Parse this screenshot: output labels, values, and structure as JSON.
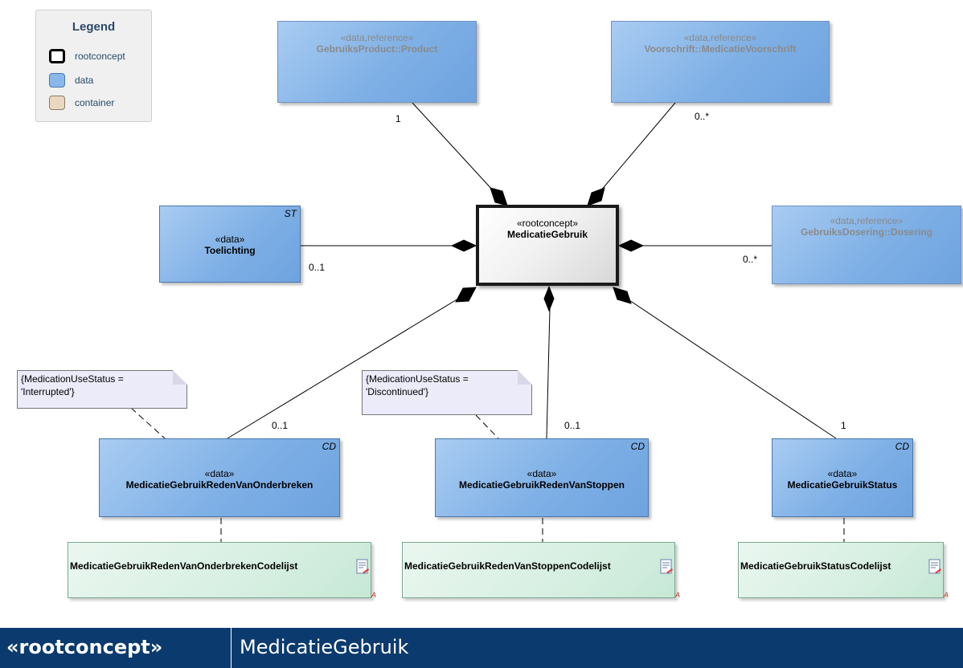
{
  "legend": {
    "title": "Legend",
    "items": [
      {
        "label": "rootconcept",
        "color": "#000000"
      },
      {
        "label": "data",
        "color": "#8ab8ea"
      },
      {
        "label": "container",
        "color": "#e9d7bf"
      }
    ]
  },
  "nodes": {
    "product": {
      "stereotype": "«data,reference»",
      "name": "GebruiksProduct::Product"
    },
    "voorschrift": {
      "stereotype": "«data,reference»",
      "name": "Voorschrift::MedicatieVoorschrift"
    },
    "dosering": {
      "stereotype": "«data,reference»",
      "name": "GebruiksDosering::Dosering"
    },
    "toelichting": {
      "tag": "ST",
      "stereotype": "«data»",
      "name": "Toelichting"
    },
    "root": {
      "stereotype": "«rootconcept»",
      "name": "MedicatieGebruik"
    },
    "onderbreken": {
      "tag": "CD",
      "stereotype": "«data»",
      "name": "MedicatieGebruikRedenVanOnderbreken"
    },
    "stoppen": {
      "tag": "CD",
      "stereotype": "«data»",
      "name": "MedicatieGebruikRedenVanStoppen"
    },
    "status": {
      "tag": "CD",
      "stereotype": "«data»",
      "name": "MedicatieGebruikStatus"
    }
  },
  "containers": {
    "onderbreken": {
      "name": "MedicatieGebruikRedenVanOnderbrekenCodelijst",
      "mark": "A"
    },
    "stoppen": {
      "name": "MedicatieGebruikRedenVanStoppenCodelijst",
      "mark": "A"
    },
    "status": {
      "name": "MedicatieGebruikStatusCodelijst",
      "mark": "A"
    }
  },
  "notes": {
    "interrupted": {
      "line1": "{MedicationUseStatus =",
      "line2": "'Interrupted'}"
    },
    "discontinued": {
      "line1": "{MedicationUseStatus =",
      "line2": "'Discontinued'}"
    }
  },
  "multiplicities": {
    "product": "1",
    "voorschrift": "0..*",
    "toelichting": "0..1",
    "dosering": "0..*",
    "onderbreken": "0..1",
    "stoppen": "0..1",
    "status": "1"
  },
  "footer": {
    "stereotype": "«rootconcept»",
    "name": "MedicatieGebruik"
  }
}
